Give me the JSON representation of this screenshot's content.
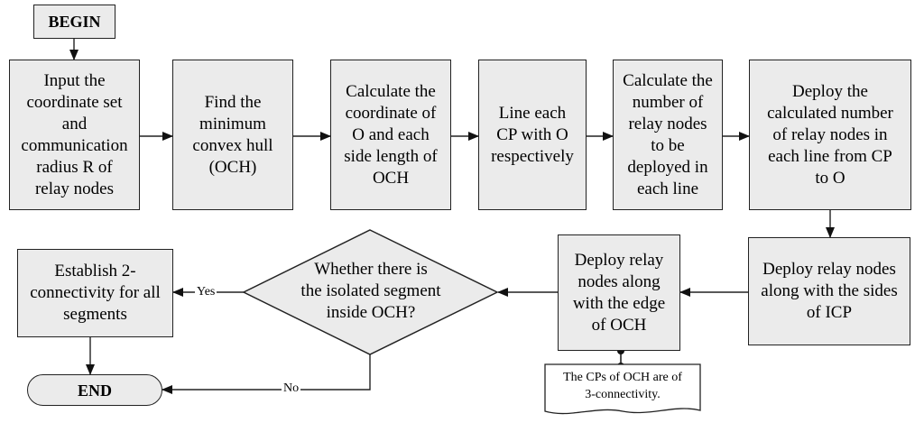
{
  "nodes": {
    "begin": "BEGIN",
    "input": "Input the\ncoordinate set\nand\ncommunication\nradius R of\nrelay nodes",
    "find_hull": "Find the\nminimum\nconvex hull\n(OCH)",
    "calc_coord": "Calculate the\ncoordinate of\nO and  each\nside length of\nOCH",
    "line_cp": "Line each\nCP with O\nrespectively",
    "calc_number": "Calculate the\nnumber of\nrelay  nodes\nto be\ndeployed in\neach line",
    "deploy_number": "Deploy the\ncalculated number\nof relay nodes in\neach line from CP\nto  O",
    "deploy_icp": "Deploy  relay nodes\nalong with the sides\nof ICP",
    "deploy_och": "Deploy relay\nnodes along\nwith the edge\nof OCH",
    "decision": "Whether there is\nthe isolated segment\ninside OCH?",
    "establish": "Establish 2-\nconnectivity for all\nsegments",
    "end": "END",
    "note": "The CPs of OCH are of\n3-connectivity."
  },
  "edge_labels": {
    "yes": "Yes",
    "no": "No"
  },
  "colors": {
    "box_fill": "#ebebeb",
    "stroke": "#222222"
  }
}
